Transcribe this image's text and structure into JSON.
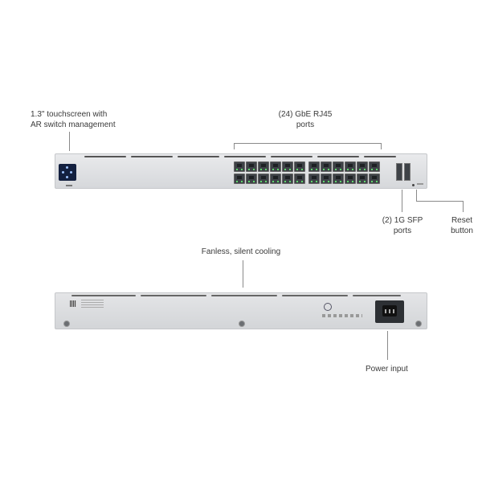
{
  "callouts": {
    "touchscreen": "1.3\" touchscreen with\nAR switch management",
    "touchscreen_l1": "1.3\" touchscreen with",
    "touchscreen_l2": "AR switch management",
    "rj45_l1": "(24) GbE RJ45",
    "rj45_l2": "ports",
    "sfp_l1": "(2) 1G SFP",
    "sfp_l2": "ports",
    "reset_l1": "Reset",
    "reset_l2": "button",
    "cooling": "Fanless, silent cooling",
    "power": "Power input"
  },
  "colors": {
    "chassis": "#dcdee1",
    "port": "#3e4247",
    "port_led": "#5fd86b",
    "screen": "#13203f",
    "callout_line": "#8a8a8a"
  },
  "front_panel": {
    "rj45_port_count": 24,
    "sfp_port_count": 2
  }
}
